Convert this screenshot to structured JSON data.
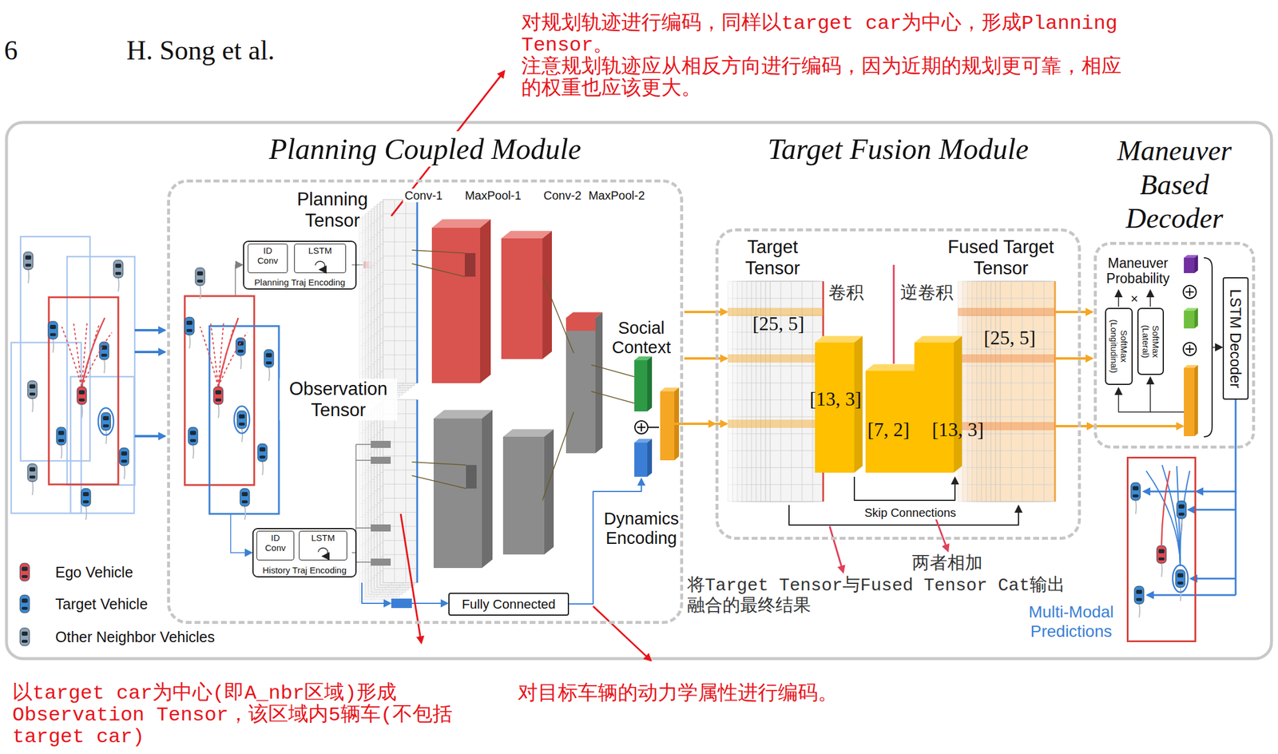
{
  "diagram": {
    "nodes": [
      {
        "text": [
          "Planning Coupled Module"
        ]
      },
      {
        "text": [
          "Planning Traj Encoding"
        ],
        "in": 0
      },
      {
        "text": [
          "ID Conv"
        ],
        "in": 1
      },
      {
        "text": [
          "LSTM"
        ],
        "in": 1
      },
      {
        "text": [
          "History Traj Encoding"
        ],
        "in": 0
      },
      {
        "text": [
          "ID Conv"
        ],
        "in": 4
      },
      {
        "text": [
          "LSTM"
        ],
        "in": 4
      },
      {
        "text": [
          "Fully Connected"
        ],
        "in": 0
      },
      {
        "text": [
          "Target Fusion Module"
        ]
      },
      {
        "text": [
          "Maneuver Based Decoder"
        ]
      },
      {
        "text": [
          "SoftMax (Longitudinal)"
        ],
        "in": 9
      },
      {
        "text": [
          "SoftMax (Lateral)"
        ],
        "in": 9
      },
      {
        "text": [
          "LSTM Decoder"
        ],
        "in": 9
      },
      {
        "text": [
          "Multi-Modal Predictions"
        ]
      }
    ],
    "edges": [
      {
        "from": 0,
        "to": 8,
        "arrow": "to"
      },
      {
        "from": 8,
        "to": 9,
        "arrow": "to"
      },
      {
        "from": 12,
        "to": 13,
        "arrow": "to"
      }
    ],
    "labels": [
      "6",
      "H. Song et al.",
      "对规划轨迹进行编码，同样以target car为中心，形成Planning Tensor。",
      "注意规划轨迹应从相反方向进行编码，因为近期的规划更可靠，相应的权重也应该更大。",
      "Planning Tensor",
      "Conv-1",
      "MaxPool-1",
      "Conv-2",
      "MaxPool-2",
      "Observation Tensor",
      "Social Context",
      "Dynamics Encoding",
      "Target Tensor",
      "卷积",
      "逆卷积",
      "Fused Target Tensor",
      "[25, 5]",
      "[13, 3]",
      "[7, 2]",
      "[13, 3]",
      "[25, 5]",
      "Skip Connections",
      "两者相加",
      "将Target Tensor与Fused Tensor Cat输出融合的最终结果",
      "Maneuver Probability",
      "×",
      "以target car为中心(即A_nbr区域)形成Observation Tensor，该区域内5辆车(不包括target car)",
      "对目标车辆的动力学属性进行编码。"
    ],
    "legend": [
      {
        "text": "Ego Vehicle"
      },
      {
        "text": "Target Vehicle"
      },
      {
        "text": "Other Neighbor Vehicles"
      }
    ]
  }
}
